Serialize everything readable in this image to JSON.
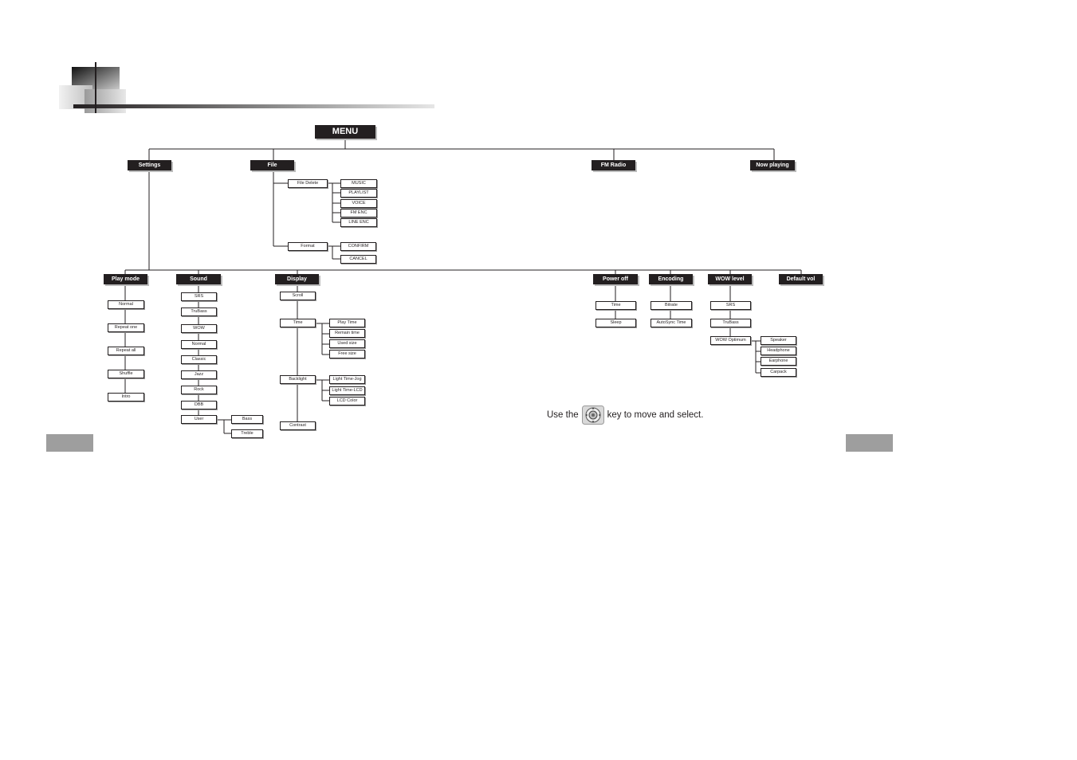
{
  "menu": {
    "label": "MENU"
  },
  "categories": {
    "settings": "Settings",
    "file": "File",
    "fm_radio": "FM Radio",
    "now_playing": "Now playing"
  },
  "file": {
    "file_delete": {
      "label": "File Delete",
      "items": [
        "MUSIC",
        "PLAYLIST",
        "VOICE",
        "FM ENC",
        "LINE ENC"
      ]
    },
    "format": {
      "label": "Format",
      "items": [
        "CONFIRM",
        "CANCEL"
      ]
    }
  },
  "settings": {
    "play_mode": {
      "label": "Play mode",
      "items": [
        "Normal",
        "Repeat one",
        "Repeat all",
        "Shuffle",
        "Intro"
      ]
    },
    "sound": {
      "label": "Sound",
      "items": [
        "SRS",
        "TruBass",
        "WOW",
        "Normal",
        "Classic",
        "Jazz",
        "Rock",
        "DBB",
        "User"
      ],
      "user_items": [
        "Bass",
        "Treble"
      ]
    },
    "display": {
      "label": "Display",
      "scroll": "Scroll",
      "time": {
        "label": "Time",
        "items": [
          "Play Time",
          "Remain time",
          "Used size",
          "Free size"
        ]
      },
      "backlight": {
        "label": "Backlight",
        "items": [
          "Light Time-Jog",
          "Light Time-LCD",
          "LCD Color"
        ]
      },
      "contrast": "Contrast"
    },
    "power_off": {
      "label": "Power off",
      "items": [
        "Time",
        "Sleep"
      ]
    },
    "encoding": {
      "label": "Encoding",
      "items": [
        "Bitrate",
        "AutoSync Time"
      ]
    },
    "wow_level": {
      "label": "WOW level",
      "items": [
        "SRS",
        "TruBass",
        "WOW Optimum"
      ],
      "optimum_items": [
        "Speaker",
        "Headphone",
        "Earphone",
        "Carpack"
      ]
    },
    "default_vol": {
      "label": "Default vol"
    }
  },
  "note": {
    "before": "Use the",
    "icon": "jog-key-icon",
    "after": "key to move and select."
  },
  "colors": {
    "header_bg": "#231f20",
    "header_text": "#ffffff",
    "line": "#231f20",
    "tab": "#9e9e9e"
  }
}
